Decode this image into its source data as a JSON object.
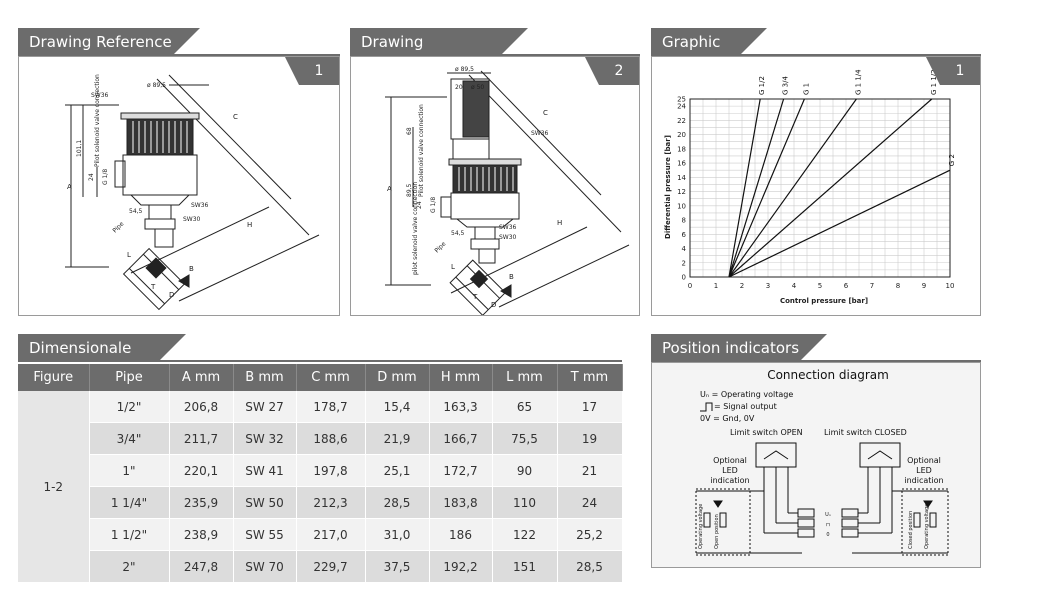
{
  "panels": {
    "drawing1": {
      "title": "Drawing Reference",
      "number": "1"
    },
    "drawing2": {
      "title": "Drawing Reference",
      "number": "2"
    },
    "graphic": {
      "title": "Graphic",
      "number": "1"
    },
    "table": {
      "title": "Dimensionale Table"
    },
    "position": {
      "title": "Position indicators"
    }
  },
  "drawing1_labels": {
    "diam": "ø 89,5",
    "sw36a": "SW36",
    "pilot": "Pilot solenoid valve connection",
    "d101": "101,1",
    "d24": "24",
    "g18": "G 1/8",
    "a": "A",
    "c": "C",
    "h": "H",
    "sw36b": "SW36",
    "d545": "54,5",
    "sw30": "SW30",
    "pipe": "Pipe",
    "b": "B",
    "l": "L",
    "t": "T",
    "d": "D"
  },
  "drawing2_labels": {
    "diam": "ø 89,5",
    "d20": "20",
    "d50": "ø 50",
    "d68": "68",
    "sw36a": "SW36",
    "pilot1": "Pilot solenoid valve connection",
    "d893": "89,5",
    "d24": "24",
    "g18": "G 1/8",
    "a": "A",
    "c": "C",
    "h": "H",
    "sw36b": "SW36",
    "d545": "54,5",
    "sw30": "SW30",
    "pilot2": "pilot solenoid valve connection",
    "pipe": "Pipe",
    "b": "B",
    "l": "L",
    "t": "T",
    "d": "D"
  },
  "chart_data": {
    "type": "line",
    "xlabel": "Control pressure [bar]",
    "ylabel": "Differential pressure [bar]",
    "xlim": [
      0,
      10
    ],
    "ylim": [
      0,
      25
    ],
    "x_ticks": [
      "0",
      "1",
      "2",
      "3",
      "4",
      "5",
      "6",
      "7",
      "8",
      "9",
      "10"
    ],
    "y_ticks": [
      "0",
      "2",
      "4",
      "6",
      "8",
      "10",
      "12",
      "14",
      "16",
      "18",
      "20",
      "22",
      "24",
      "25"
    ],
    "grid": true,
    "series": [
      {
        "name": "G 1/2",
        "x": [
          1.5,
          2.7
        ],
        "y": [
          0,
          25
        ]
      },
      {
        "name": "G 3/4",
        "x": [
          1.5,
          3.6
        ],
        "y": [
          0,
          25
        ]
      },
      {
        "name": "G 1",
        "x": [
          1.5,
          4.4
        ],
        "y": [
          0,
          25
        ]
      },
      {
        "name": "G 1 1/4",
        "x": [
          1.5,
          6.4
        ],
        "y": [
          0,
          25
        ]
      },
      {
        "name": "G 1 1/2",
        "x": [
          1.5,
          9.3
        ],
        "y": [
          0,
          25
        ]
      },
      {
        "name": "G 2",
        "x": [
          1.5,
          10
        ],
        "y": [
          0,
          15
        ]
      }
    ]
  },
  "table": {
    "headers": [
      "Figure",
      "Pipe",
      "A mm",
      "B mm",
      "C mm",
      "D mm",
      "H mm",
      "L mm",
      "T mm"
    ],
    "figure": "1-2",
    "rows": [
      [
        "1/2\"",
        "206,8",
        "SW 27",
        "178,7",
        "15,4",
        "163,3",
        "65",
        "17"
      ],
      [
        "3/4\"",
        "211,7",
        "SW 32",
        "188,6",
        "21,9",
        "166,7",
        "75,5",
        "19"
      ],
      [
        "1\"",
        "220,1",
        "SW 41",
        "197,8",
        "25,1",
        "172,7",
        "90",
        "21"
      ],
      [
        "1 1/4\"",
        "235,9",
        "SW 50",
        "212,3",
        "28,5",
        "183,8",
        "110",
        "24"
      ],
      [
        "1 1/2\"",
        "238,9",
        "SW 55",
        "217,0",
        "31,0",
        "186",
        "122",
        "25,2"
      ],
      [
        "2\"",
        "247,8",
        "SW 70",
        "229,7",
        "37,5",
        "192,2",
        "151",
        "28,5"
      ]
    ]
  },
  "connection": {
    "title": "Connection diagram",
    "legend1": "Uₙ = Operating voltage",
    "legend2": "= Signal output",
    "legend3": "0V = Gnd, 0V",
    "open": "Limit switch OPEN",
    "closed": "Limit switch CLOSED",
    "led_left": [
      "Optional",
      "LED",
      "indication"
    ],
    "led_right": [
      "Optional",
      "LED",
      "indication"
    ],
    "v_left1": "Operating voltage",
    "v_left2": "Open position",
    "v_right1": "Closed position",
    "v_right2": "Operating voltage",
    "term_un": "Uₙ",
    "term_sig": "⊓",
    "term_zero": "0"
  }
}
